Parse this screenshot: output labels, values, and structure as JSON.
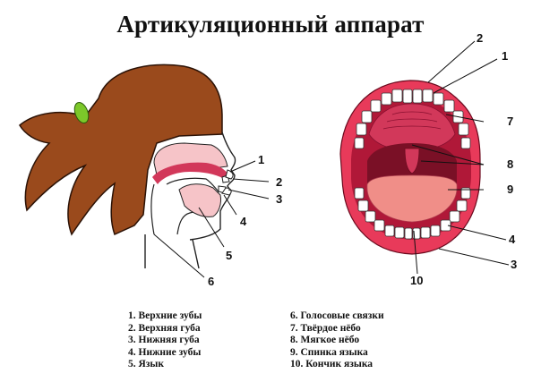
{
  "title": "Артикуляционный аппарат",
  "side_view_numbers": [
    "1",
    "2",
    "3",
    "4",
    "5",
    "6"
  ],
  "front_view_numbers": [
    "2",
    "1",
    "7",
    "8",
    "9",
    "4",
    "3",
    "10"
  ],
  "legend_left": [
    "1. Верхние зубы",
    "2. Верхняя губа",
    "3. Нижняя губа",
    "4. Нижние зубы",
    "5. Язык"
  ],
  "legend_right": [
    "6. Голосовые связки",
    "7. Твёрдое нёбо",
    "8. Мягкое нёбо",
    "9. Спинка языка",
    "10. Кончик языка"
  ],
  "colors": {
    "hair": "#9a4a1c",
    "hair_outline": "#2b1206",
    "hair_tie": "#7cc82a",
    "lip": "#e83a5a",
    "mouth_dark": "#b01838",
    "palate": "#d2385a",
    "tongue": "#f08e88",
    "skin_pink": "#f6c4c8",
    "teeth": "#ffffff"
  }
}
